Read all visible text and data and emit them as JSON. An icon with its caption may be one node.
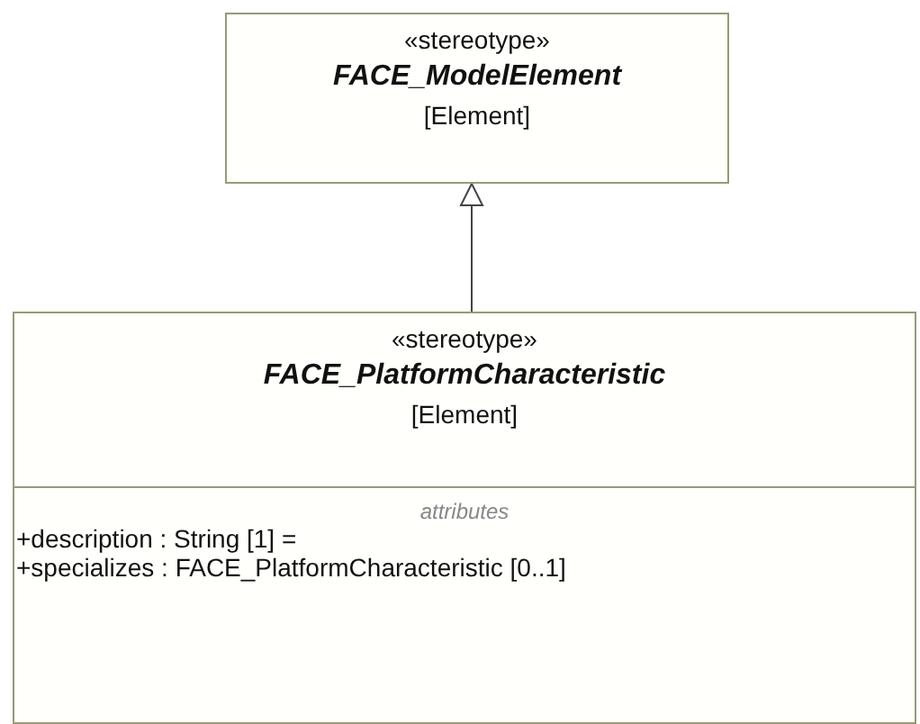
{
  "diagram": {
    "nodes": [
      {
        "text": [
          "«stereotype»",
          "FACE_ModelElement",
          "[Element]"
        ]
      },
      {
        "text": [
          "«stereotype»",
          "FACE_PlatformCharacteristic",
          "[Element]",
          "attributes",
          "+description : String [1] =",
          "+specializes : FACE_PlatformCharacteristic [0..1]"
        ]
      }
    ],
    "edges": [
      {
        "from": 1,
        "to": 0,
        "arrow": "to"
      }
    ]
  }
}
